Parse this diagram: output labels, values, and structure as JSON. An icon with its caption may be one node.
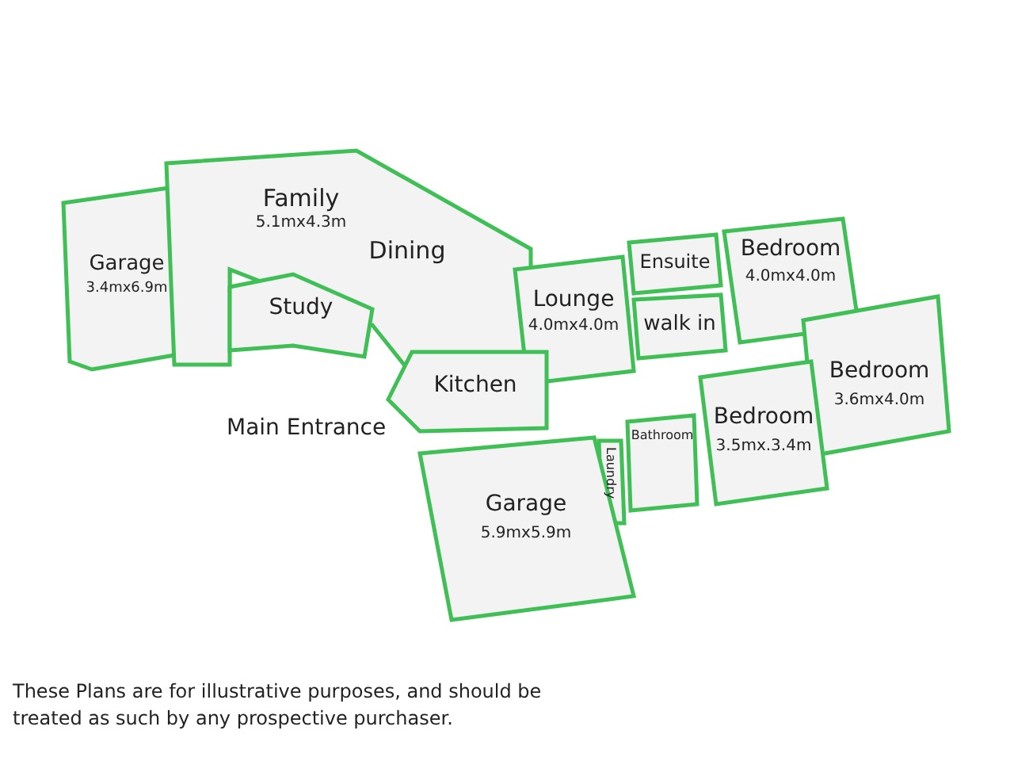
{
  "diagram": {
    "nodes": [
      {
        "text": [
          "Garage",
          "3.4mx6.9m"
        ]
      },
      {
        "text": [
          "Family",
          "5.1mx4.3m",
          "Dining"
        ]
      },
      {
        "text": [
          "Study"
        ]
      },
      {
        "text": [
          "Lounge",
          "4.0mx4.0m"
        ]
      },
      {
        "text": [
          "Ensuite"
        ]
      },
      {
        "text": [
          "walk in"
        ]
      },
      {
        "text": [
          "Bedroom",
          "4.0mx4.0m"
        ]
      },
      {
        "text": [
          "Bedroom",
          "3.6mx4.0m"
        ]
      },
      {
        "text": [
          "Kitchen"
        ]
      },
      {
        "text": [
          "Bathroom"
        ]
      },
      {
        "text": [
          "Bedroom",
          "3.5mx.3.4m"
        ]
      },
      {
        "text": [
          "Laundry"
        ]
      },
      {
        "text": [
          "Garage",
          "5.9mx5.9m"
        ]
      }
    ],
    "edges": [],
    "labels": [
      "Main Entrance",
      "These Plans are for illustrative purposes, and should be treated as such by any prospective purchaser."
    ]
  }
}
